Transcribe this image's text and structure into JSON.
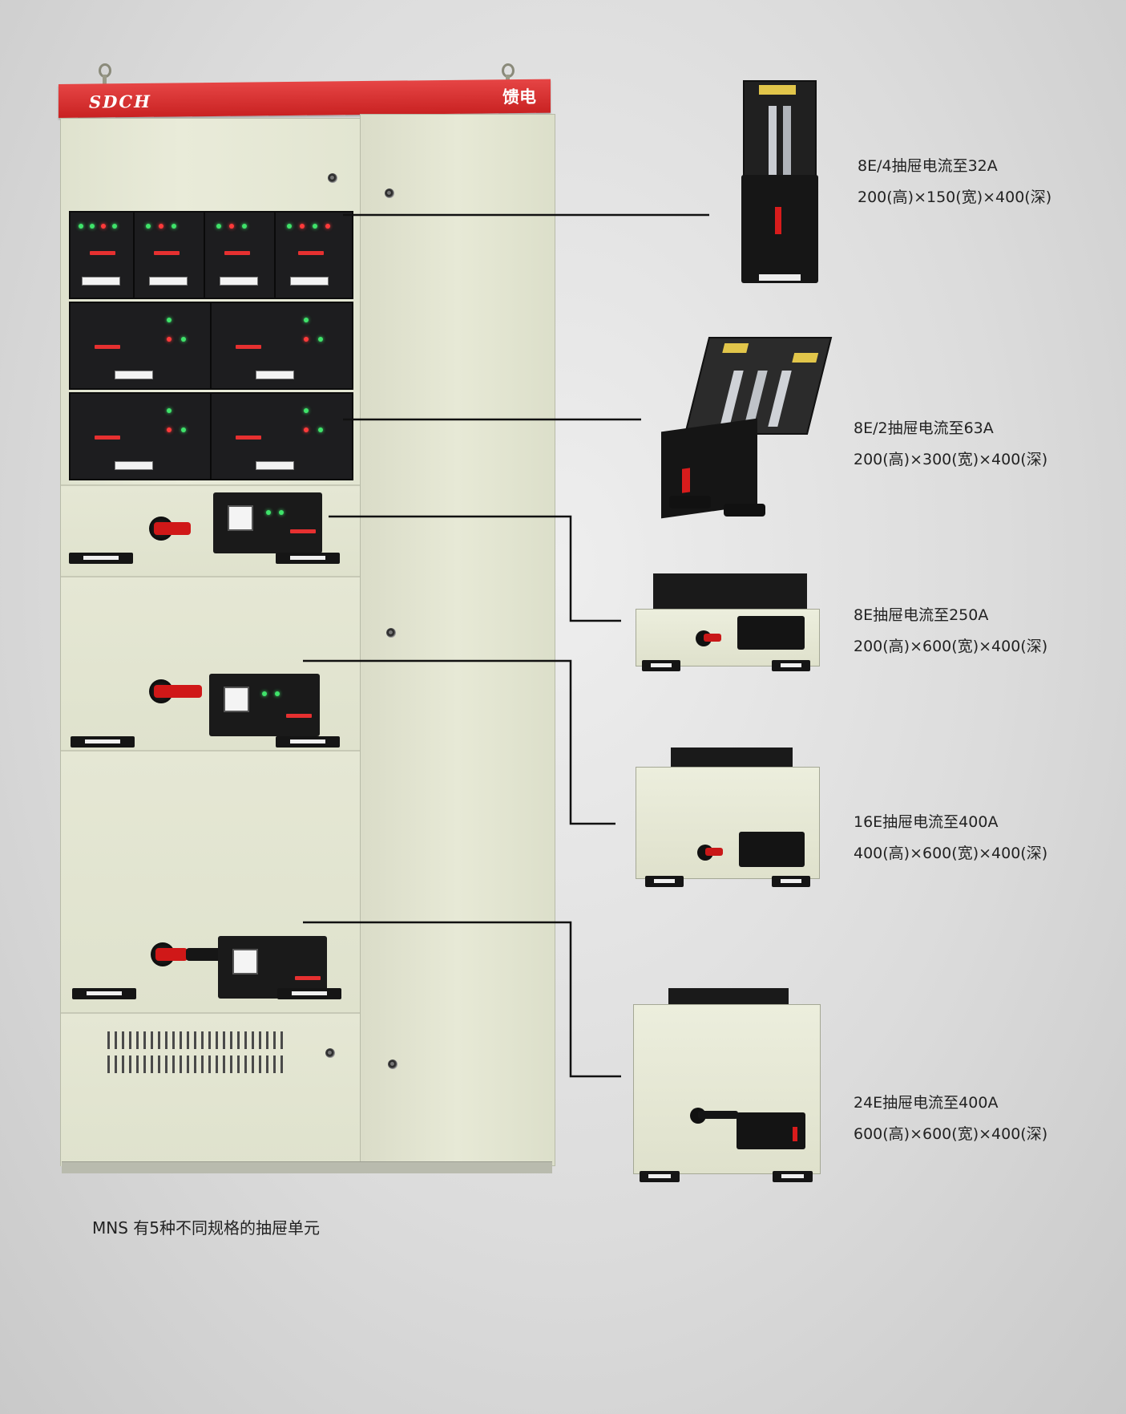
{
  "cabinet": {
    "brand": "SDCH",
    "roof_label": "馈电"
  },
  "units": [
    {
      "name": "8E/4抽屉电流至32A",
      "dims": "200(高)×150(宽)×400(深)"
    },
    {
      "name": "8E/2抽屉电流至63A",
      "dims": "200(高)×300(宽)×400(深)"
    },
    {
      "name": "8E抽屉电流至250A",
      "dims": "200(高)×600(宽)×400(深)"
    },
    {
      "name": "16E抽屉电流至400A",
      "dims": "400(高)×600(宽)×400(深)"
    },
    {
      "name": "24E抽屉电流至400A",
      "dims": "600(高)×600(宽)×400(深)"
    }
  ],
  "caption": "MNS 有5种不同规格的抽屉单元"
}
